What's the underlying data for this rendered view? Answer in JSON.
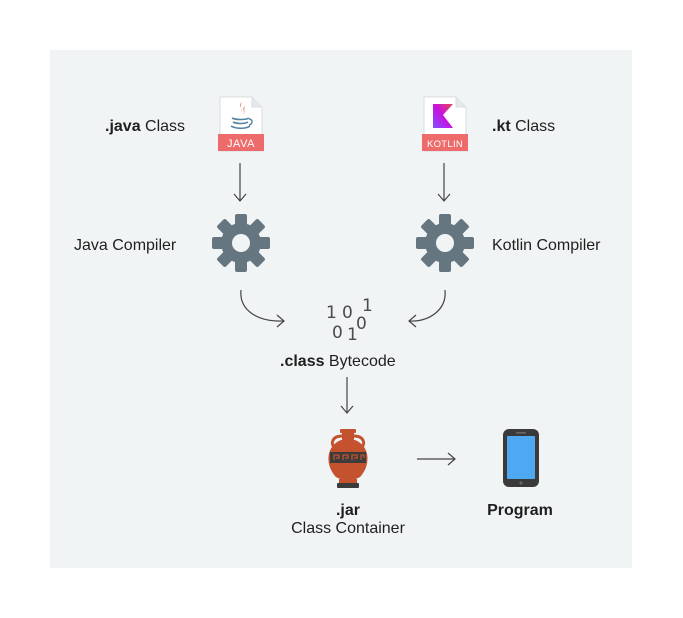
{
  "java": {
    "bold": ".java",
    "rest": " Class",
    "badge": "JAVA"
  },
  "kotlin": {
    "bold": ".kt",
    "rest": " Class",
    "badge": "KOTLIN"
  },
  "java_compiler": "Java Compiler",
  "kotlin_compiler": "Kotlin Compiler",
  "bytecode": {
    "bold": ".class",
    "rest": " Bytecode",
    "bits": [
      "1",
      "0",
      "1",
      "0",
      "1",
      "0"
    ]
  },
  "jar": {
    "bold": ".jar",
    "label": "Class Container"
  },
  "program": "Program",
  "icons": [
    "java-file-icon",
    "kotlin-file-icon",
    "gear-icon",
    "gear-icon",
    "binary-icon",
    "amphora-jar-icon",
    "phone-icon"
  ],
  "colors": {
    "panel": "#f1f4f5",
    "gear": "#667680",
    "badge": "#ee6b6b",
    "jar": "#c4522f",
    "phone_screen": "#4ea8f2",
    "arrow": "#444444"
  }
}
